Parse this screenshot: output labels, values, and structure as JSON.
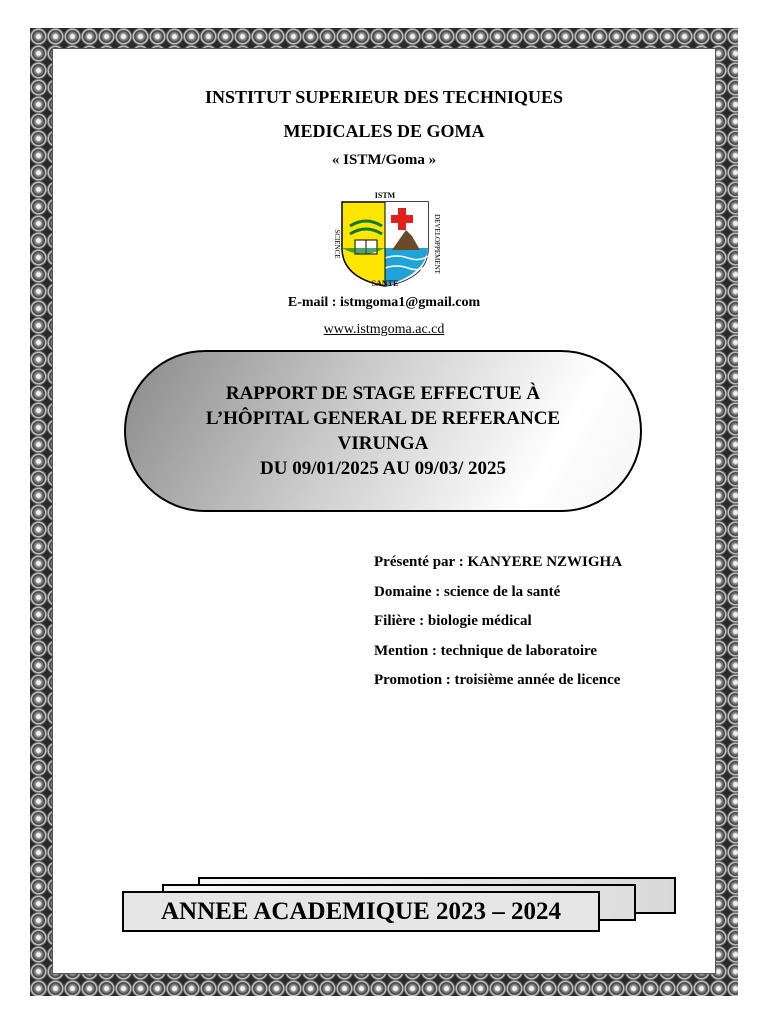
{
  "institution": {
    "name_line1": "INSTITUT SUPERIEUR DES TECHNIQUES",
    "name_line2": "MEDICALES DE GOMA",
    "abbreviation": "« ISTM/Goma »",
    "email": "E-mail : istmgoma1@gmail.com",
    "website": "www.istmgoma.ac.cd"
  },
  "logo": {
    "top_text": "ISTM",
    "left_text": "SCIENCE",
    "right_text": "DEVELOPPEMENT",
    "bottom_text": "SANTE",
    "icon": "istm-crest-icon"
  },
  "report_title": {
    "line1": "RAPPORT DE STAGE EFFECTUE À",
    "line2": "L’HÔPITAL GENERAL DE REFERANCE",
    "line3": "VIRUNGA",
    "line4": "DU 09/01/2025 AU 09/03/ 2025"
  },
  "details": [
    {
      "label": "Présenté par :",
      "value": "KANYERE NZWIGHA"
    },
    {
      "label": "Domaine :",
      "value": "science de la santé"
    },
    {
      "label": "Filière :",
      "value": "biologie médical"
    },
    {
      "label": "Mention :",
      "value": "technique de laboratoire"
    },
    {
      "label": "Promotion :",
      "value": "troisième année de licence"
    }
  ],
  "academic_year": "ANNEE ACADEMIQUE 2023 – 2024"
}
